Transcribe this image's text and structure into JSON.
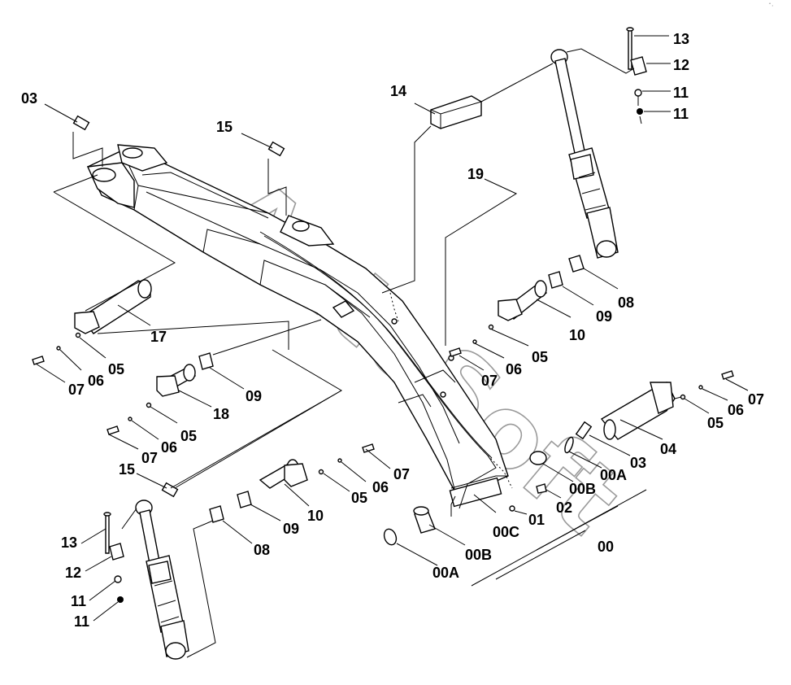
{
  "diagram": {
    "watermark": "AutoSoft",
    "corner_mark": "ˆ·",
    "labels": {
      "l_03_top": "03",
      "l_15_top": "15",
      "l_14": "14",
      "l_13_top": "13",
      "l_12_top": "12",
      "l_11_top_a": "11",
      "l_11_top_b": "11",
      "l_19": "19",
      "l_17": "17",
      "l_05_a": "05",
      "l_06_a": "06",
      "l_07_a": "07",
      "l_09_a": "09",
      "l_18": "18",
      "l_05_b": "05",
      "l_06_b": "06",
      "l_07_b": "07",
      "l_08_r": "08",
      "l_09_r": "09",
      "l_10_r": "10",
      "l_05_r": "05",
      "l_06_r": "06",
      "l_07_r": "07",
      "l_07_far": "07",
      "l_06_far": "06",
      "l_05_far": "05",
      "l_04": "04",
      "l_03_r": "03",
      "l_00A_r": "00A",
      "l_00B_r": "00B",
      "l_02": "02",
      "l_01": "01",
      "l_00C": "00C",
      "l_00": "00",
      "l_00B_b": "00B",
      "l_00A_b": "00A",
      "l_15_bl": "15",
      "l_07_c": "07",
      "l_06_c": "06",
      "l_05_c": "05",
      "l_10_c": "10",
      "l_09_c": "09",
      "l_08_c": "08",
      "l_13_bl": "13",
      "l_12_bl": "12",
      "l_11_bl_a": "11",
      "l_11_bl_b": "11"
    }
  }
}
